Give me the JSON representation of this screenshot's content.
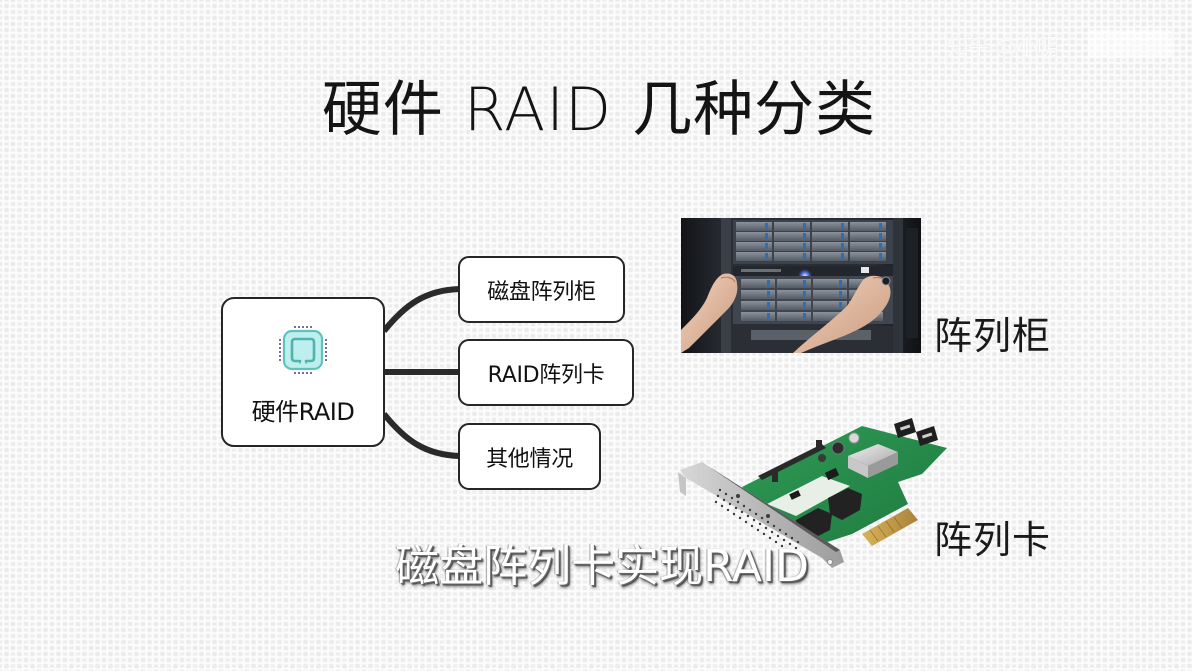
{
  "watermark": {
    "text": "知乎 @小明",
    "logo": "channel-logo"
  },
  "slide": {
    "title": "硬件 RAID 几种分类",
    "mindmap": {
      "root": {
        "label": "硬件RAID",
        "icon": "cpu-chip-icon",
        "colors": {
          "chip_fill": "#b9ecec",
          "chip_border": "#5fc2bd",
          "pins": "#7a6aa8"
        }
      },
      "branches": [
        {
          "label": "磁盘阵列柜"
        },
        {
          "label": "RAID阵列卡"
        },
        {
          "label": "其他情况"
        }
      ],
      "line_color": "#2a2a2a"
    },
    "images": [
      {
        "label": "阵列柜",
        "depicts": "server rack disk array being inserted by hands"
      },
      {
        "label": "阵列卡",
        "depicts": "PCIe RAID controller card with SATA ports"
      }
    ],
    "subtitle": "磁盘阵列卡实现RAID"
  }
}
